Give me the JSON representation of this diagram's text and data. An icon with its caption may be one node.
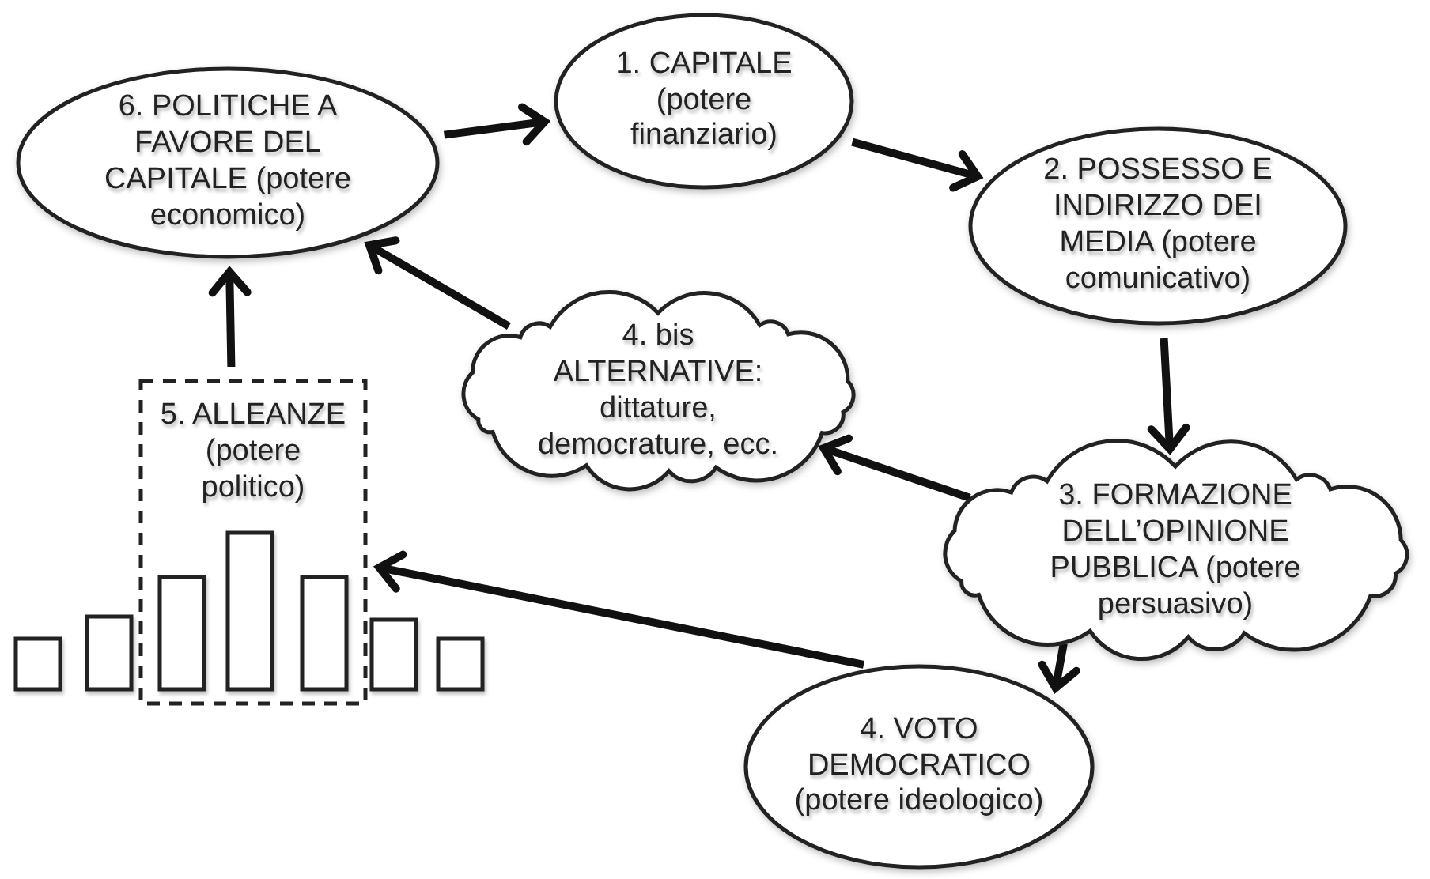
{
  "diagram": {
    "nodes": [
      {
        "text": [
          "6. POLITICHE A FAVORE DEL CAPITALE (potere economico)"
        ]
      },
      {
        "text": [
          "1. CAPITALE (potere finanziario)"
        ]
      },
      {
        "text": [
          "2. POSSESSO E INDIRIZZO DEI MEDIA (potere comunicativo)"
        ]
      },
      {
        "text": [
          "4. bis ALTERNATIVE: dittature, democrature, ecc."
        ]
      },
      {
        "text": [
          "3. FORMAZIONE DELL’OPINIONE PUBBLICA (potere persuasivo)"
        ]
      },
      {
        "text": [
          "4. VOTO DEMOCRATICO (potere ideologico)"
        ]
      },
      {
        "text": [
          "5. ALLEANZE (potere politico)"
        ]
      }
    ],
    "edges": [
      {
        "from": 0,
        "to": 1,
        "arrow": "to"
      },
      {
        "from": 1,
        "to": 2,
        "arrow": "to"
      },
      {
        "from": 2,
        "to": 4,
        "arrow": "to"
      },
      {
        "from": 4,
        "to": 3,
        "arrow": "to"
      },
      {
        "from": 3,
        "to": 0,
        "arrow": "to"
      },
      {
        "from": 4,
        "to": 5,
        "arrow": "to"
      },
      {
        "from": 5,
        "to": 6,
        "arrow": "to"
      },
      {
        "from": 6,
        "to": 0,
        "arrow": "to"
      }
    ]
  }
}
